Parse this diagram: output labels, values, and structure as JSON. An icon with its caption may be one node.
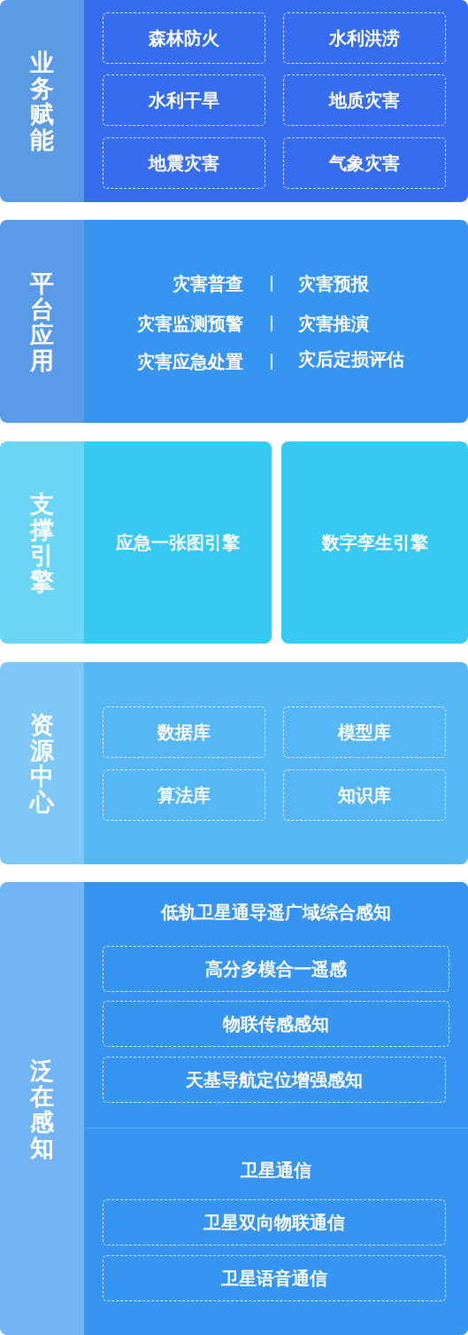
{
  "diagram": {
    "nodes": [
      {
        "text": [
          "业务赋能"
        ]
      },
      {
        "text": [
          "森林防火"
        ],
        "in": 0
      },
      {
        "text": [
          "水利洪涝"
        ],
        "in": 0
      },
      {
        "text": [
          "水利干旱"
        ],
        "in": 0
      },
      {
        "text": [
          "地质灾害"
        ],
        "in": 0
      },
      {
        "text": [
          "地震灾害"
        ],
        "in": 0
      },
      {
        "text": [
          "气象灾害"
        ],
        "in": 0
      },
      {
        "text": [
          "平台应用",
          "灾害普查",
          "灾害预报",
          "灾害监测预警",
          "灾害推演",
          "灾害应急处置",
          "灾后定损评估"
        ]
      },
      {
        "text": [
          "支撑引擎",
          "应急一张图引擎"
        ]
      },
      {
        "text": [
          "数字孪生引擎"
        ]
      },
      {
        "text": [
          "资源中心"
        ]
      },
      {
        "text": [
          "数据库"
        ],
        "in": 10
      },
      {
        "text": [
          "模型库"
        ],
        "in": 10
      },
      {
        "text": [
          "算法库"
        ],
        "in": 10
      },
      {
        "text": [
          "知识库"
        ],
        "in": 10
      },
      {
        "text": [
          "泛在感知"
        ]
      },
      {
        "text": [
          "低轨卫星通导遥广域综合感知"
        ],
        "in": 15
      },
      {
        "text": [
          "高分多模合一遥感"
        ],
        "in": 16
      },
      {
        "text": [
          "物联传感感知"
        ],
        "in": 16
      },
      {
        "text": [
          "天基导航定位增强感知"
        ],
        "in": 16
      },
      {
        "text": [
          "卫星通信"
        ],
        "in": 15
      },
      {
        "text": [
          "卫星双向物联通信"
        ],
        "in": 20
      },
      {
        "text": [
          "卫星语音通信"
        ],
        "in": 20
      }
    ]
  }
}
